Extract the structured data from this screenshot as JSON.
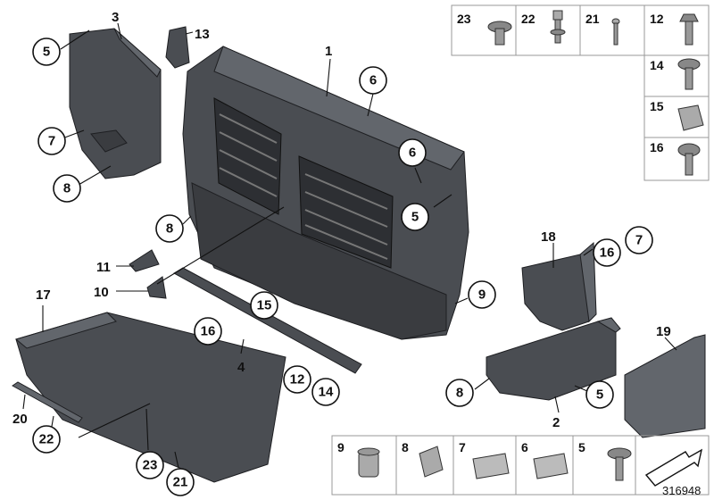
{
  "diagram_id": "316948",
  "callouts": {
    "c1": "1",
    "c2": "2",
    "c3": "3",
    "c4": "4",
    "c5a": "5",
    "c5b": "5",
    "c5c": "5",
    "c6a": "6",
    "c6b": "6",
    "c7a": "7",
    "c7b": "7",
    "c8a": "8",
    "c8b": "8",
    "c8c": "8",
    "c9": "9",
    "c10": "10",
    "c11": "11",
    "c12": "12",
    "c13": "13",
    "c14": "14",
    "c15": "15",
    "c16a": "16",
    "c16b": "16",
    "c17": "17",
    "c18": "18",
    "c19": "19",
    "c20": "20",
    "c21": "21",
    "c22": "22",
    "c23": "23"
  },
  "fastener_table_top": [
    "23",
    "22",
    "21",
    "12",
    "14",
    "15",
    "16"
  ],
  "fastener_table_bottom": [
    "9",
    "8",
    "7",
    "6",
    "5"
  ]
}
